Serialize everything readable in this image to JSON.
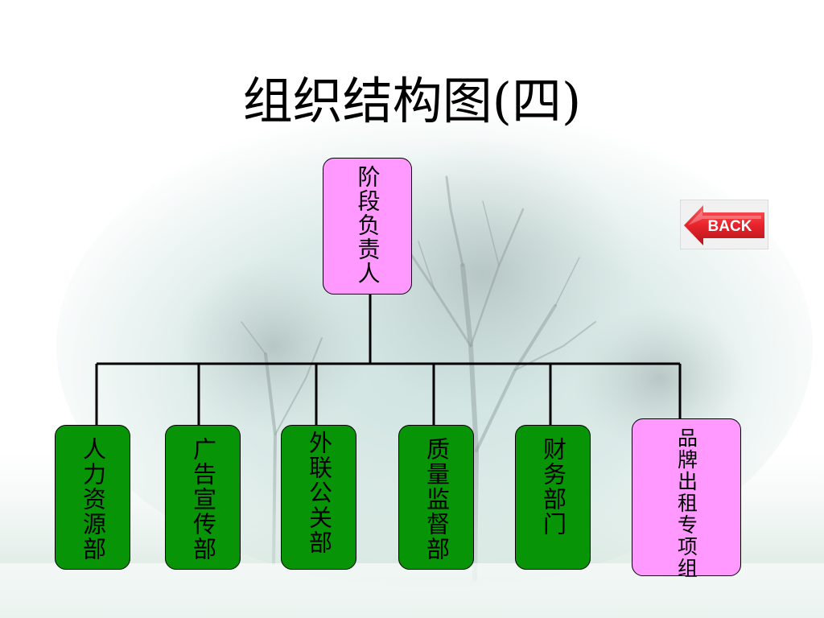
{
  "title": "组织结构图(四)",
  "back_button": {
    "label": "BACK",
    "color": "#e8232b"
  },
  "colors": {
    "root_fill": "#ff99ff",
    "dept_fill": "#079407",
    "special_fill": "#ff99ff",
    "connector": "#000000"
  },
  "chart_data": {
    "type": "org-chart",
    "root": {
      "id": "root",
      "label": "阶段负责人"
    },
    "children": [
      {
        "id": "hr",
        "label": "人力资源部"
      },
      {
        "id": "ad",
        "label": "广告宣传部"
      },
      {
        "id": "pr",
        "label": "外联公关部"
      },
      {
        "id": "qa",
        "label": "质量监督部"
      },
      {
        "id": "fin",
        "label": "财务部门"
      },
      {
        "id": "brand",
        "label": "品牌出租专项组"
      }
    ]
  }
}
